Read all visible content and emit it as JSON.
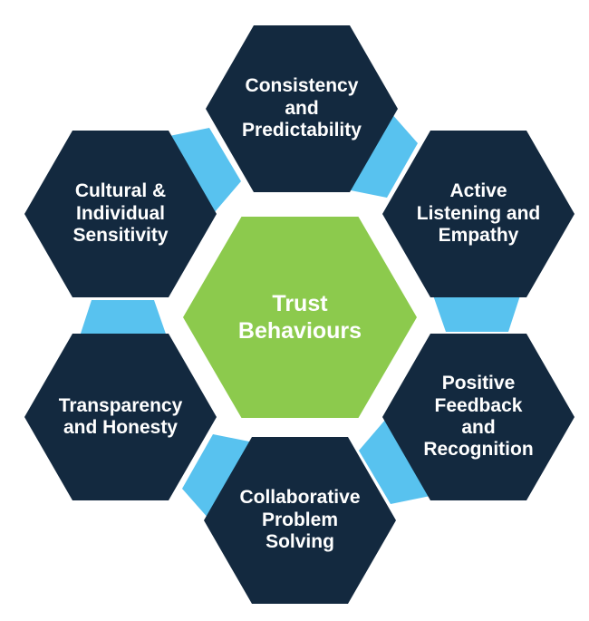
{
  "diagram": {
    "center": {
      "label": "Trust\nBehaviours"
    },
    "hexagons": [
      {
        "position": "top",
        "label": "Consistency\nand\nPredictability"
      },
      {
        "position": "top-right",
        "label": "Active\nListening and\nEmpathy"
      },
      {
        "position": "bottom-right",
        "label": "Positive\nFeedback\nand\nRecognition"
      },
      {
        "position": "bottom",
        "label": "Collaborative\nProblem\nSolving"
      },
      {
        "position": "bottom-left",
        "label": "Transparency\nand Honesty"
      },
      {
        "position": "top-left",
        "label": "Cultural &\nIndividual\nSensitivity"
      }
    ]
  },
  "colors": {
    "hexagon_navy": "#13293F",
    "connector_blue": "#58C2EF",
    "center_green": "#8CCA4D",
    "label_text": "#FFFFFF",
    "background": "#FFFFFF"
  }
}
